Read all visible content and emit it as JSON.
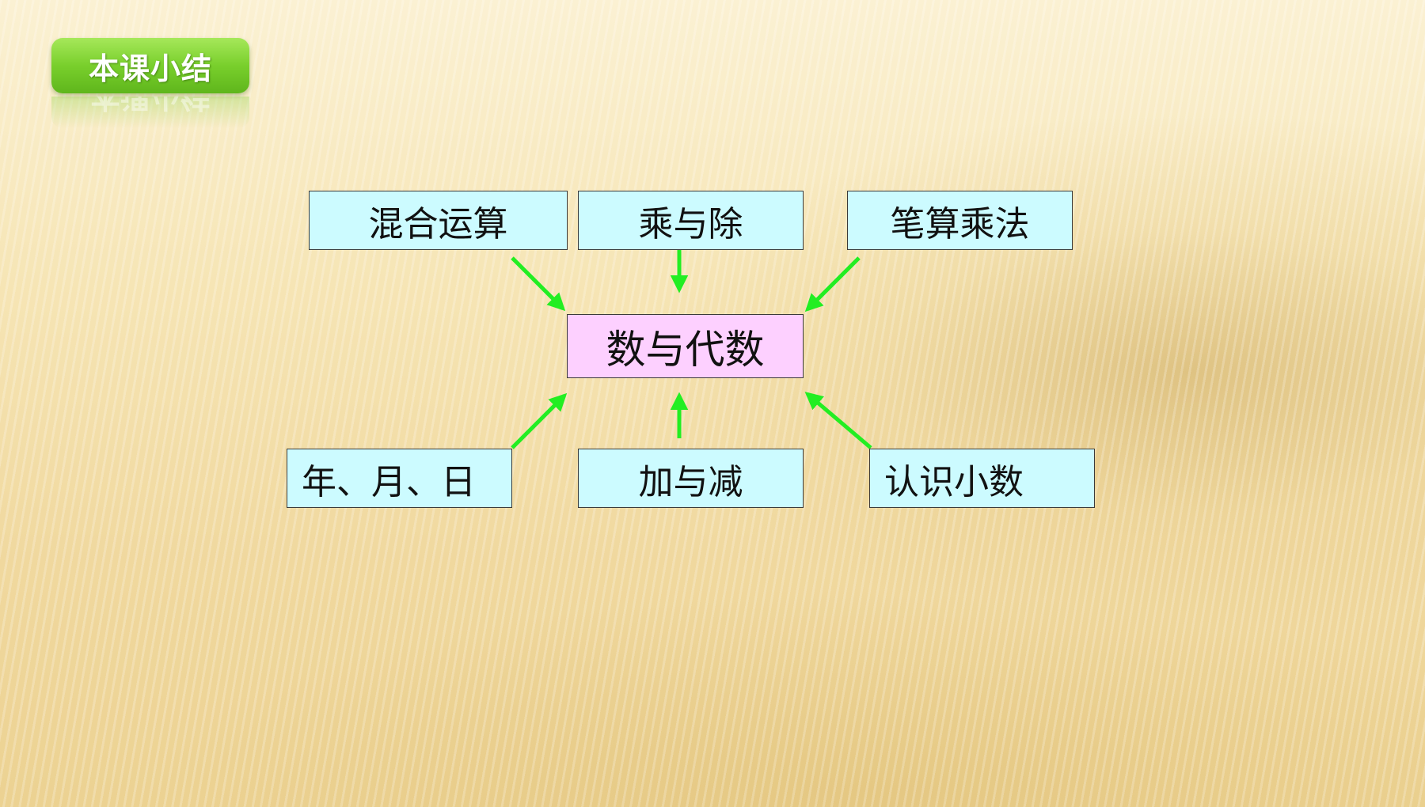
{
  "title": "本课小结",
  "diagram": {
    "center": "数与代数",
    "top": [
      "混合运算",
      "乘与除",
      "笔算乘法"
    ],
    "bottom": [
      "年、月、日",
      "加与减",
      "认识小数"
    ]
  },
  "colors": {
    "background": "#f6e5b5",
    "badge": "#79cf2c",
    "node_fill": "#ccfbff",
    "hub_fill": "#fdd0ff",
    "arrow": "#22ee22"
  },
  "icons": [
    "arrow-icon"
  ]
}
